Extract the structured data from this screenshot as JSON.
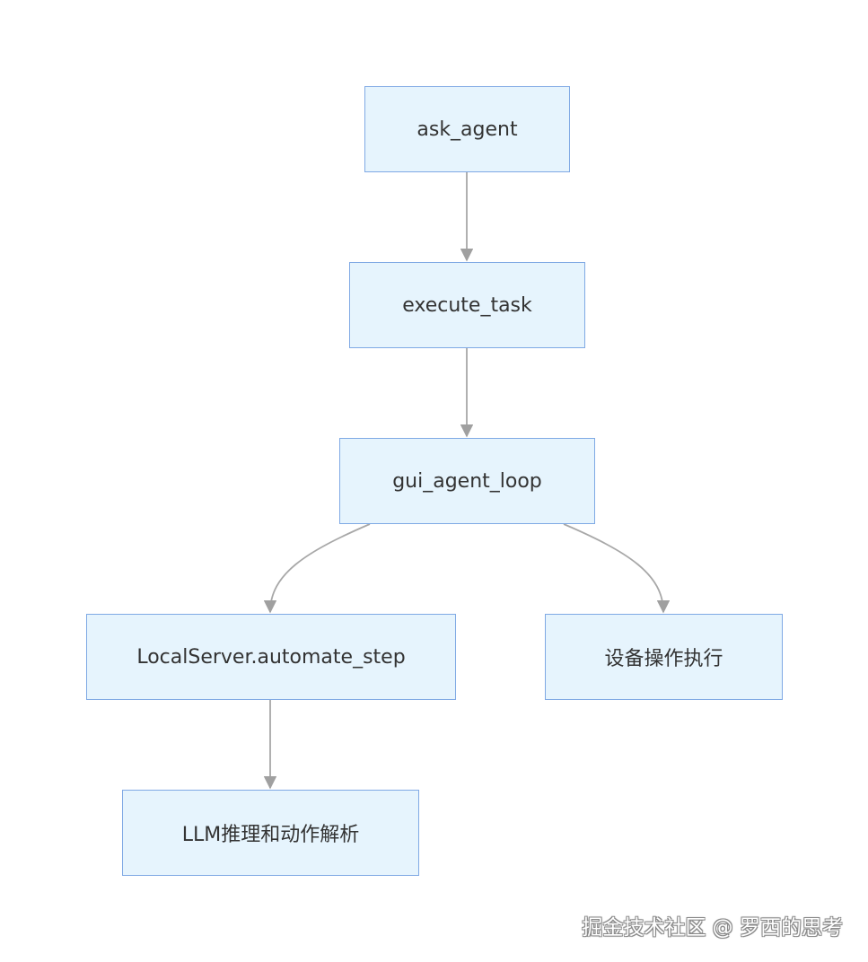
{
  "nodes": {
    "ask_agent": "ask_agent",
    "execute_task": "execute_task",
    "gui_agent_loop": "gui_agent_loop",
    "local_server": "LocalServer.automate_step",
    "device_exec": "设备操作执行",
    "llm_parse": "LLM推理和动作解析"
  },
  "edges": [
    {
      "from": "ask_agent",
      "to": "execute_task"
    },
    {
      "from": "execute_task",
      "to": "gui_agent_loop"
    },
    {
      "from": "gui_agent_loop",
      "to": "local_server"
    },
    {
      "from": "gui_agent_loop",
      "to": "device_exec"
    },
    {
      "from": "local_server",
      "to": "llm_parse"
    }
  ],
  "colors": {
    "node_fill": "#e6f4fd",
    "node_border": "#7fa9e4",
    "edge": "#a8a8a8",
    "text": "#333333"
  },
  "watermark": "掘金技术社区 @ 罗西的思考"
}
